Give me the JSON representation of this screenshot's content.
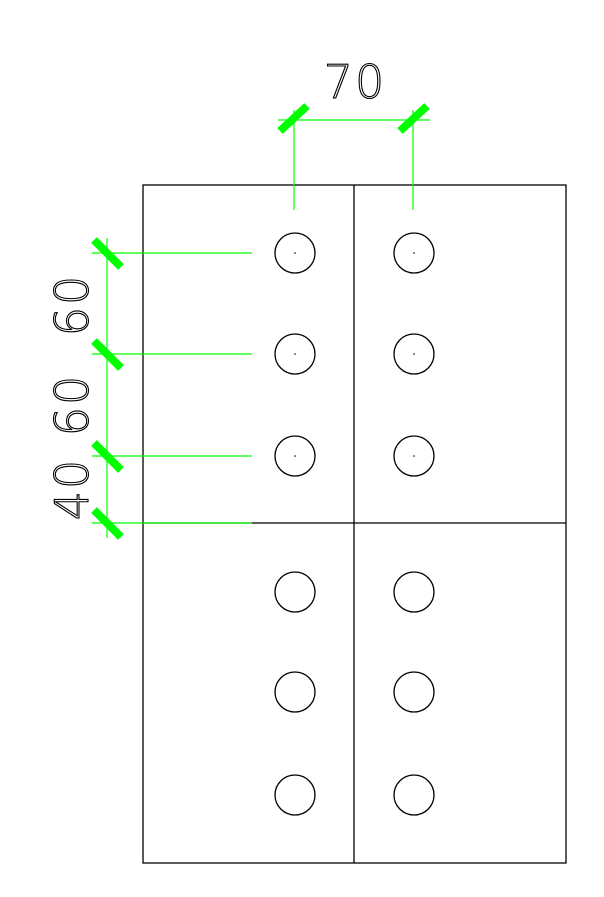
{
  "dimensions": {
    "horizontal": {
      "value": "70"
    },
    "vertical": [
      {
        "value": "40"
      },
      {
        "value": "60"
      },
      {
        "value": "60"
      }
    ]
  },
  "plate_layout": {
    "columns": 2,
    "rows": 2,
    "holes_per_column": 6,
    "hole_columns": 2
  },
  "colors": {
    "outline": "#000000",
    "dimension": "#00ff00",
    "background": "#ffffff"
  }
}
